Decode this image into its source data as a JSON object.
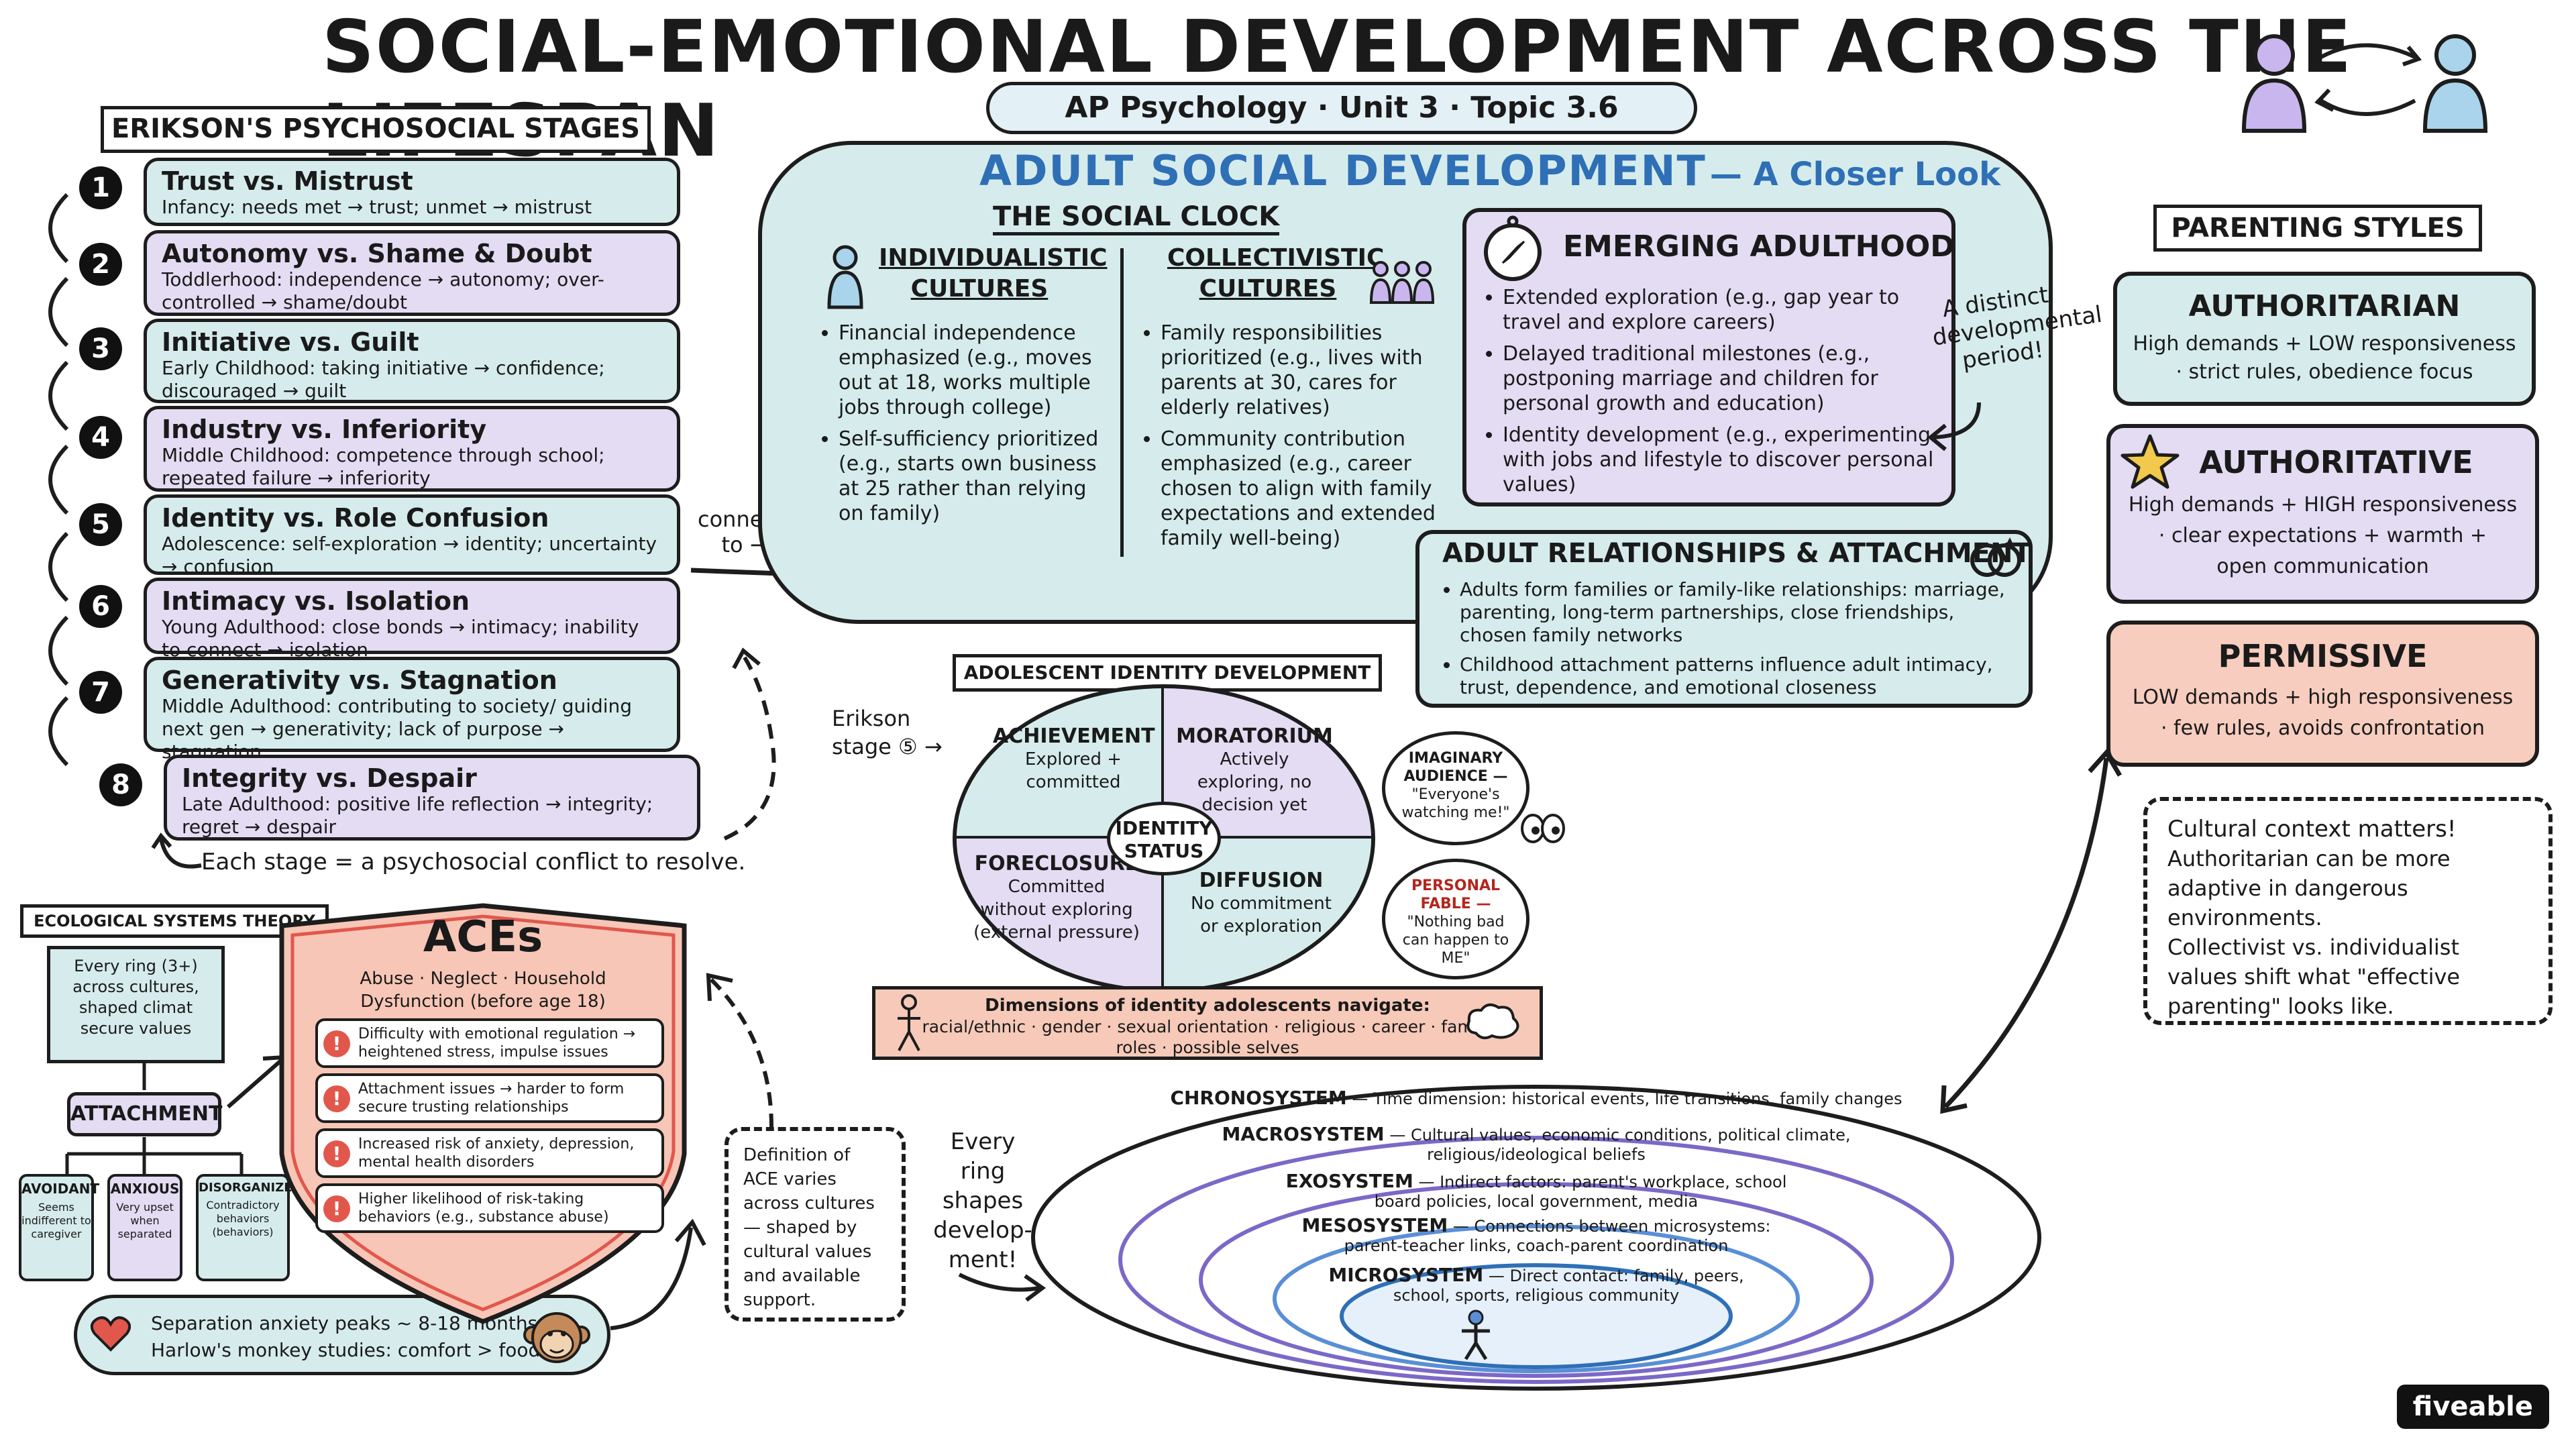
{
  "title": "SOCIAL-EMOTIONAL DEVELOPMENT ACROSS THE LIFESPAN",
  "subtitle": "AP Psychology · Unit 3 · Topic 3.6",
  "erikson": {
    "heading": "ERIKSON'S PSYCHOSOCIAL STAGES",
    "stages": [
      {
        "num": "1",
        "title": "Trust vs. Mistrust",
        "desc": "Infancy: needs met → trust; unmet → mistrust"
      },
      {
        "num": "2",
        "title": "Autonomy vs. Shame & Doubt",
        "desc": "Toddlerhood: independence → autonomy; over-controlled → shame/doubt"
      },
      {
        "num": "3",
        "title": "Initiative vs. Guilt",
        "desc": "Early Childhood: taking initiative → confidence; discouraged → guilt"
      },
      {
        "num": "4",
        "title": "Industry vs. Inferiority",
        "desc": "Middle Childhood: competence through school; repeated failure → inferiority"
      },
      {
        "num": "5",
        "title": "Identity vs. Role Confusion",
        "desc": "Adolescence: self-exploration → identity; uncertainty → confusion"
      },
      {
        "num": "6",
        "title": "Intimacy vs. Isolation",
        "desc": "Young Adulthood: close bonds → intimacy; inability to connect → isolation"
      },
      {
        "num": "7",
        "title": "Generativity vs. Stagnation",
        "desc": "Middle Adulthood: contributing to society/ guiding next gen → generativity; lack of purpose → stagnation"
      },
      {
        "num": "8",
        "title": "Integrity vs. Despair",
        "desc": "Late Adulthood: positive life reflection → integrity; regret → despair"
      }
    ],
    "footer": "Each stage = a psychosocial conflict to resolve.",
    "connects": "connects to →"
  },
  "adult": {
    "heading": "ADULT SOCIAL DEVELOPMENT",
    "heading2": "— A Closer Look",
    "social_clock": "THE SOCIAL CLOCK",
    "indiv_title": "INDIVIDUALISTIC CULTURES",
    "indiv_items": [
      "Financial independence emphasized (e.g., moves out at 18, works multiple jobs through college)",
      "Self-sufficiency prioritized (e.g., starts own business at 25 rather than relying on family)"
    ],
    "coll_title": "COLLECTIVISTIC CULTURES",
    "coll_items": [
      "Family responsibilities prioritized (e.g., lives with parents at 30, cares for elderly relatives)",
      "Community contribution emphasized (e.g., career chosen to align with family expectations and extended family well-being)"
    ],
    "emerging_title": "EMERGING ADULTHOOD",
    "emerging_items": [
      "Extended exploration (e.g., gap year to travel and explore careers)",
      "Delayed traditional milestones (e.g., postponing marriage and children for personal growth and education)",
      "Identity development (e.g., experimenting with jobs and lifestyle to discover personal values)"
    ],
    "distinct_note": "A distinct developmental period!",
    "rel_title": "ADULT RELATIONSHIPS & ATTACHMENT",
    "rel_items": [
      "Adults form families or family-like relationships: marriage, parenting, long-term partnerships, close friendships, chosen family networks",
      "Childhood attachment patterns influence adult intimacy, trust, dependence, and emotional closeness"
    ]
  },
  "parenting": {
    "heading": "PARENTING STYLES",
    "styles": [
      {
        "title": "AUTHORITARIAN",
        "line1": "High demands + LOW responsiveness",
        "line2": "· strict rules, obedience focus"
      },
      {
        "title": "AUTHORITATIVE",
        "line1": "High demands + HIGH responsiveness",
        "line2": "· clear expectations + warmth + open communication"
      },
      {
        "title": "PERMISSIVE",
        "line1": "LOW demands + high responsiveness",
        "line2": "· few rules, avoids confrontation"
      }
    ],
    "note_lines": [
      "Cultural context matters!",
      "Authoritarian can be more adaptive in dangerous environments.",
      "Collectivist vs. individualist values shift what \"effective parenting\" looks like."
    ]
  },
  "identity": {
    "heading": "ADOLESCENT IDENTITY DEVELOPMENT",
    "erikson_ref": "Erikson stage ⑤ →",
    "center": "IDENTITY STATUS",
    "achievement_title": "ACHIEVEMENT",
    "achievement_desc": "Explored + committed",
    "moratorium_title": "MORATORIUM",
    "moratorium_desc": "Actively exploring, no decision yet",
    "foreclosure_title": "FORECLOSURE",
    "foreclosure_desc": "Committed without exploring (external pressure)",
    "diffusion_title": "DIFFUSION",
    "diffusion_desc": "No commitment or exploration",
    "imaginary_title": "IMAGINARY AUDIENCE —",
    "imaginary_quote": "\"Everyone's watching me!\"",
    "fable_title": "PERSONAL FABLE —",
    "fable_quote": "\"Nothing bad can happen to ME\"",
    "dims_title": "Dimensions of identity adolescents navigate:",
    "dims_list": "racial/ethnic · gender · sexual orientation · religious · career · family roles · possible selves"
  },
  "ecological": {
    "heading": "ECOLOGICAL SYSTEMS THEORY",
    "note": "Every ring (3+) across cultures, shaped climat secure values",
    "every_ring": "Every ring shapes develop-ment!",
    "rings": [
      {
        "name": "CHRONOSYSTEM",
        "desc": "— Time dimension: historical events, life transitions, family changes"
      },
      {
        "name": "MACROSYSTEM",
        "desc": "— Cultural values, economic conditions, political climate, religious/ideological beliefs"
      },
      {
        "name": "EXOSYSTEM",
        "desc": "— Indirect factors: parent's workplace, school board policies, local government, media"
      },
      {
        "name": "MESOSYSTEM",
        "desc": "— Connections between microsystems: parent-teacher links, coach-parent coordination"
      },
      {
        "name": "MICROSYSTEM",
        "desc": "— Direct contact: family, peers, school, sports, religious community"
      }
    ]
  },
  "attachment": {
    "heading": "ATTACHMENT",
    "types": [
      {
        "title": "AVOIDANT",
        "desc": "Seems indifferent to caregiver"
      },
      {
        "title": "ANXIOUS",
        "desc": "Very upset when separated"
      },
      {
        "title": "DISORGANIZED",
        "desc": "Contradictory behaviors (behaviors)"
      }
    ],
    "facts": [
      "Separation anxiety peaks ~ 8-18 months",
      "Harlow's monkey studies: comfort > food"
    ]
  },
  "aces": {
    "heading": "ACEs",
    "sub": "Abuse · Neglect · Household Dysfunction (before age 18)",
    "items": [
      "Difficulty with emotional regulation → heightened stress, impulse issues",
      "Attachment issues → harder to form secure trusting relationships",
      "Increased risk of anxiety, depression, mental health disorders",
      "Higher likelihood of risk-taking behaviors (e.g., substance abuse)"
    ],
    "definition": "Definition of ACE varies across cultures — shaped by cultural values and available support."
  },
  "brand": "fiveable",
  "colors": {
    "teal": "#d6ecec",
    "lavender": "#e3dcf3",
    "salmon": "#f7cdbf",
    "blue_title": "#2f6fb6",
    "red_icon": "#e2574c",
    "yellow_star": "#f2c94c"
  }
}
